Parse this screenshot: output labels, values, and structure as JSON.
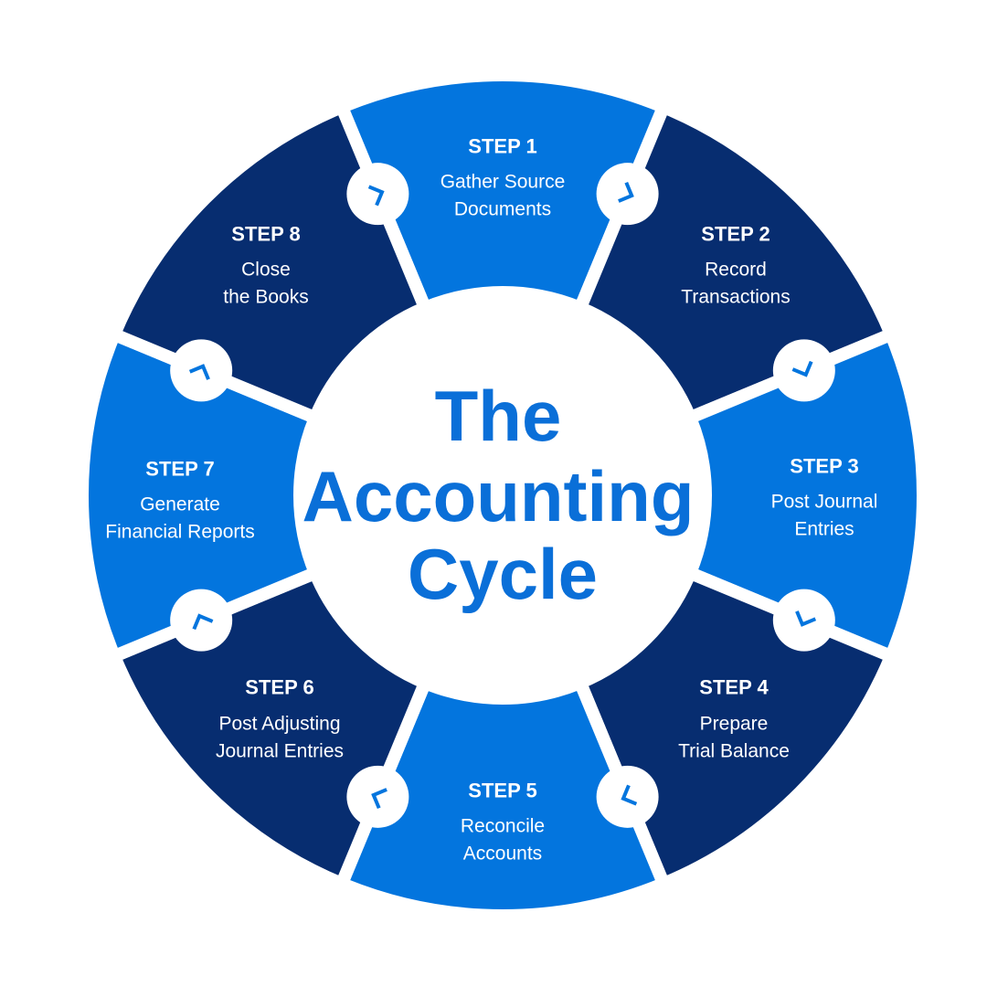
{
  "title": {
    "lines": [
      "The",
      "Accounting",
      "Cycle"
    ]
  },
  "colors": {
    "light": "#0375de",
    "dark": "#072d70",
    "title": "#0a6fd8",
    "gap": "#ffffff"
  },
  "steps": [
    {
      "label": "STEP 1",
      "lines": [
        "Gather Source",
        "Documents"
      ]
    },
    {
      "label": "STEP 2",
      "lines": [
        "Record",
        "Transactions"
      ]
    },
    {
      "label": "STEP 3",
      "lines": [
        "Post Journal",
        "Entries"
      ]
    },
    {
      "label": "STEP 4",
      "lines": [
        "Prepare",
        "Trial Balance"
      ]
    },
    {
      "label": "STEP 5",
      "lines": [
        "Reconcile",
        "Accounts"
      ]
    },
    {
      "label": "STEP 6",
      "lines": [
        "Post Adjusting",
        "Journal Entries"
      ]
    },
    {
      "label": "STEP 7",
      "lines": [
        "Generate",
        "Financial Reports"
      ]
    },
    {
      "label": "STEP 8",
      "lines": [
        "Close",
        "the Books"
      ]
    }
  ],
  "connector_icon": "clockwise-chevron-icon"
}
